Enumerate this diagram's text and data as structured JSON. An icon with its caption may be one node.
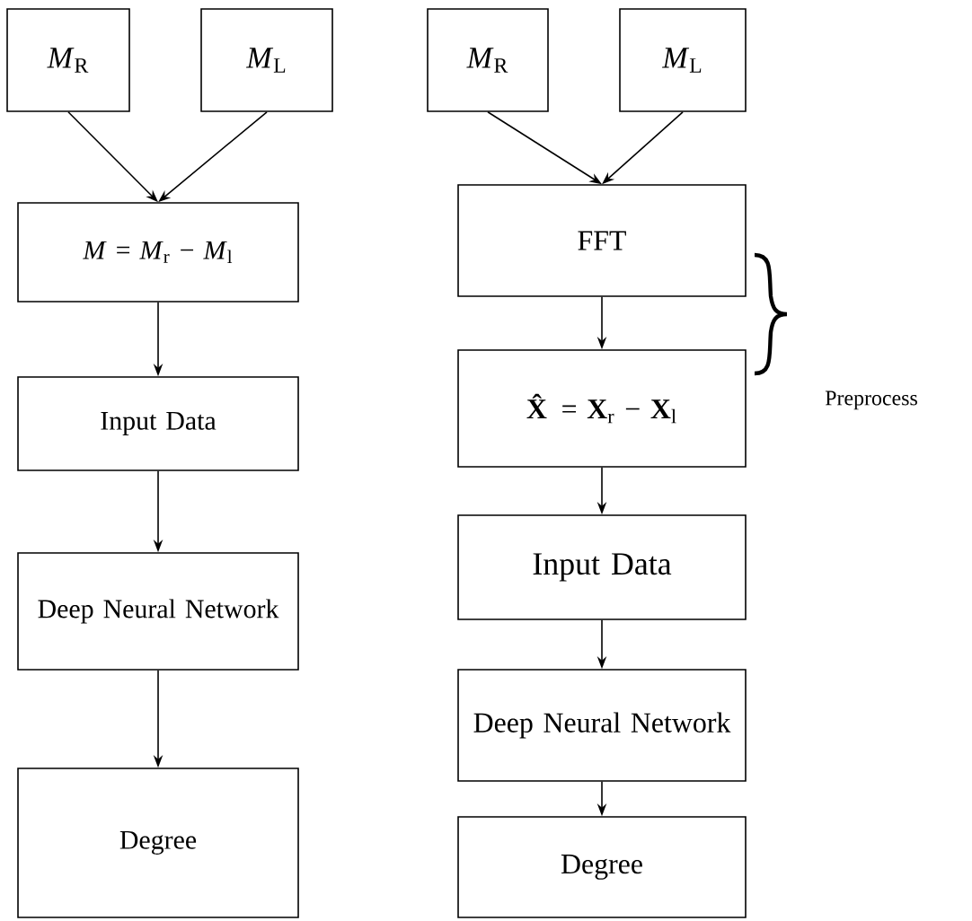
{
  "diagram": {
    "nodes": [
      {
        "text": [
          "*M*$_{R}$"
        ]
      },
      {
        "text": [
          "*M*$_{L}$"
        ]
      },
      {
        "text": [
          "*M* = *M*$_{r}$ − *M*$_{l}$"
        ]
      },
      {
        "text": [
          "Input Data"
        ]
      },
      {
        "text": [
          "Deep Neural Network"
        ]
      },
      {
        "text": [
          "Degree"
        ]
      },
      {
        "text": [
          "*M*$_{R}$"
        ]
      },
      {
        "text": [
          "*M*$_{L}$"
        ]
      },
      {
        "text": [
          "FFT"
        ]
      },
      {
        "text": [
          "**X̂** = **X**$_{r}$ − **X**$_{l}$"
        ]
      },
      {
        "text": [
          "Input Data"
        ]
      },
      {
        "text": [
          "Deep Neural Network"
        ]
      },
      {
        "text": [
          "Degree"
        ]
      }
    ],
    "edges": [
      {
        "from": 0,
        "to": 2,
        "arrow": "to"
      },
      {
        "from": 1,
        "to": 2,
        "arrow": "to"
      },
      {
        "from": 2,
        "to": 3,
        "arrow": "to"
      },
      {
        "from": 3,
        "to": 4,
        "arrow": "to"
      },
      {
        "from": 4,
        "to": 5,
        "arrow": "to"
      },
      {
        "from": 6,
        "to": 8,
        "arrow": "to"
      },
      {
        "from": 7,
        "to": 8,
        "arrow": "to"
      },
      {
        "from": 8,
        "to": 9,
        "arrow": "to"
      },
      {
        "from": 9,
        "to": 10,
        "arrow": "to"
      },
      {
        "from": 10,
        "to": 11,
        "arrow": "to"
      },
      {
        "from": 11,
        "to": 12,
        "arrow": "to"
      }
    ],
    "labels": [
      "Preprocess"
    ]
  }
}
